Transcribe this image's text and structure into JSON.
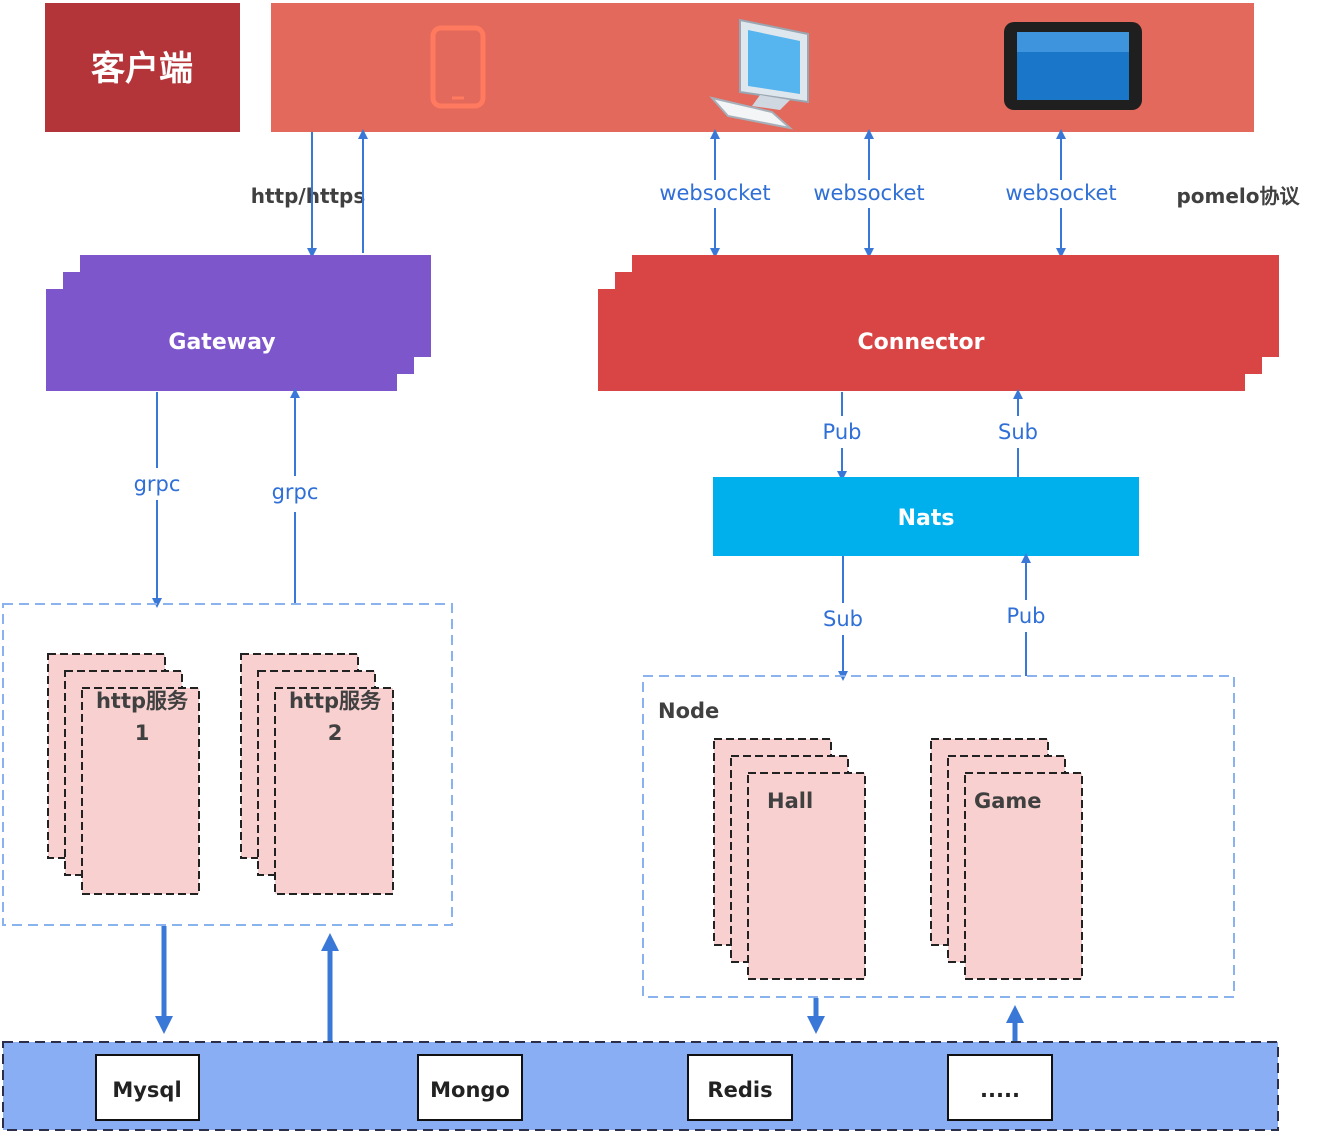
{
  "client": {
    "title": "客户端",
    "color": "#b3353a",
    "bar_color": "#e2695b",
    "devices": [
      "phone-icon",
      "desktop-computer-icon",
      "tablet-icon"
    ]
  },
  "protocols": {
    "http": "http/https",
    "websocket_1": "websocket",
    "websocket_2": "websocket",
    "websocket_3": "websocket",
    "pomelo": "pomelo协议"
  },
  "gateway": {
    "label": "Gateway",
    "color": "#7e56cc"
  },
  "connector": {
    "label": "Connector",
    "color": "#d94545"
  },
  "grpc": {
    "down": "grpc",
    "up": "grpc"
  },
  "nats": {
    "label": "Nats",
    "color": "#00b0ec",
    "pub_top": "Pub",
    "sub_top": "Sub",
    "sub_bottom": "Sub",
    "pub_bottom": "Pub"
  },
  "http_services": [
    {
      "name": "http服务",
      "index": "1"
    },
    {
      "name": "http服务",
      "index": "2"
    }
  ],
  "node": {
    "title": "Node",
    "items": [
      "Hall",
      "Game"
    ]
  },
  "storage": {
    "color": "#8aaef4",
    "items": [
      "Mysql",
      "Mongo",
      "Redis",
      "....."
    ]
  }
}
